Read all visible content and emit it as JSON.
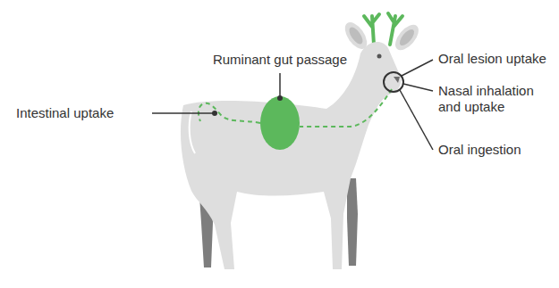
{
  "diagram": {
    "labels": [
      "Ruminant gut passage",
      "Oral lesion uptake",
      "Intestinal uptake",
      "Nasal inhalation and uptake",
      "Oral ingestion"
    ]
  }
}
